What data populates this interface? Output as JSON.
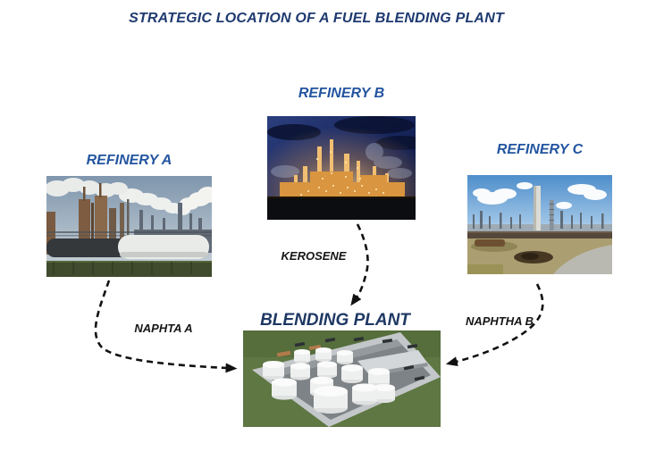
{
  "title": "STRATEGIC LOCATION OF A FUEL BLENDING PLANT",
  "nodes": {
    "refinery_a": {
      "label": "REFINERY A",
      "image": "daytime refinery photo with smoke stacks, dark tank cars and white horizontal storage tank"
    },
    "refinery_b": {
      "label": "REFINERY B",
      "image": "refinery illuminated golden at night under dark blue sky"
    },
    "refinery_c": {
      "label": "REFINERY C",
      "image": "refinery landscape photo with tall chimney, blue sky, clouds and curving access road"
    },
    "blending_plant": {
      "label": "BLENDING PLANT",
      "image": "3D aerial render of a tank farm with white cylindrical storage tanks on a gray pad in green field"
    }
  },
  "flows": [
    {
      "from": "REFINERY A",
      "to": "BLENDING PLANT",
      "label": "NAPHTA A"
    },
    {
      "from": "REFINERY B",
      "to": "BLENDING PLANT",
      "label": "KEROSENE"
    },
    {
      "from": "REFINERY C",
      "to": "BLENDING PLANT",
      "label": "NAPHTHA B"
    }
  ],
  "colors": {
    "title_text": "#1e3a70",
    "refinery_label_text": "#2355a0",
    "plant_label_text": "#1f3864",
    "flow_label_text": "#161616",
    "arrow": "#111111",
    "background": "#ffffff"
  }
}
